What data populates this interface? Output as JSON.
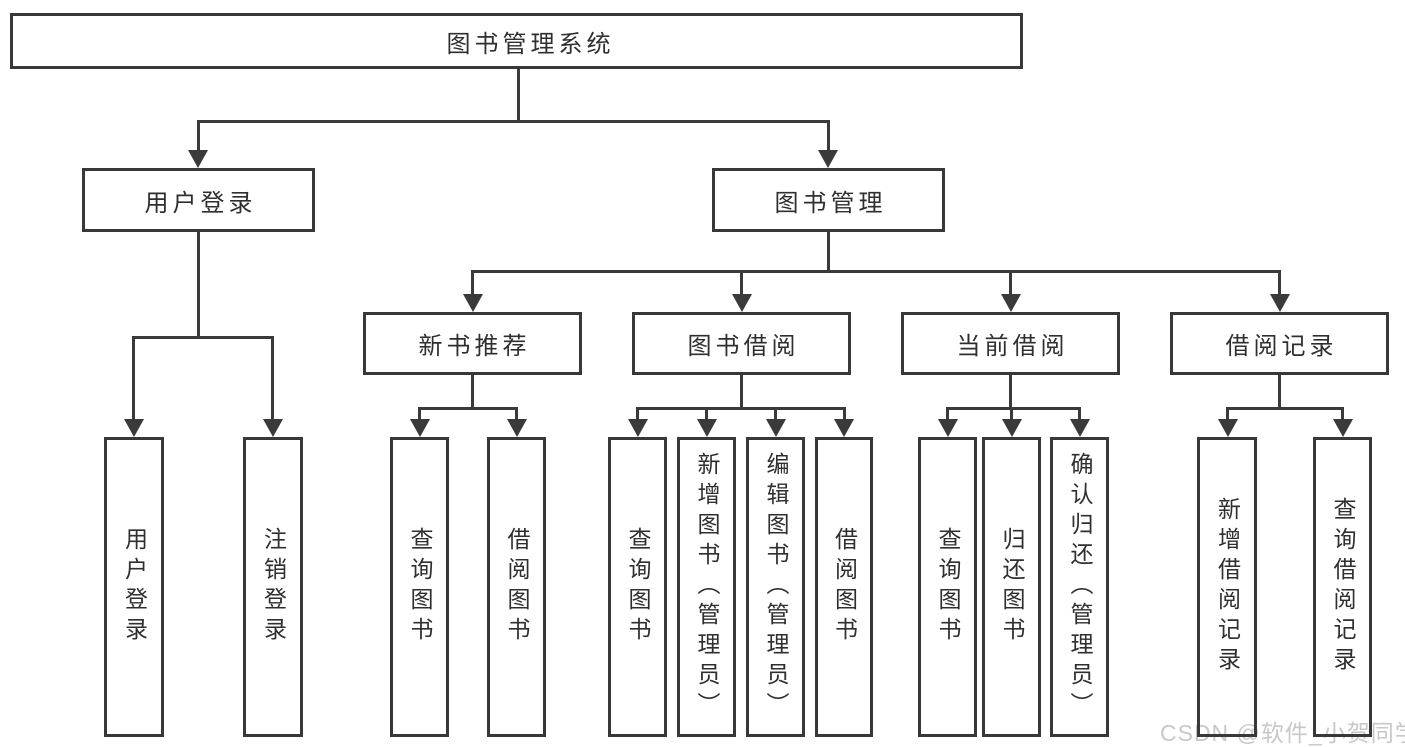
{
  "diagram": {
    "root": {
      "label": "图书管理系统"
    },
    "branches": [
      {
        "label": "用户登录",
        "children": [
          {
            "label": "用户登录"
          },
          {
            "label": "注销登录"
          }
        ]
      },
      {
        "label": "图书管理",
        "groups": [
          {
            "label": "新书推荐",
            "children": [
              {
                "label": "查询图书"
              },
              {
                "label": "借阅图书"
              }
            ]
          },
          {
            "label": "图书借阅",
            "children": [
              {
                "label": "查询图书"
              },
              {
                "label": "新增图书（管理员）"
              },
              {
                "label": "编辑图书（管理员）"
              },
              {
                "label": "借阅图书"
              }
            ]
          },
          {
            "label": "当前借阅",
            "children": [
              {
                "label": "查询图书"
              },
              {
                "label": "归还图书"
              },
              {
                "label": "确认归还（管理员）"
              }
            ]
          },
          {
            "label": "借阅记录",
            "children": [
              {
                "label": "新增借阅记录"
              },
              {
                "label": "查询借阅记录"
              }
            ]
          }
        ]
      }
    ]
  },
  "watermark": {
    "text": "CSDN @软件_小贺同学"
  },
  "colors": {
    "line": "#3a3a3a",
    "border": "#383838",
    "text": "#2f2f2f",
    "watermark": "#c8c8c8",
    "background": "#ffffff"
  }
}
